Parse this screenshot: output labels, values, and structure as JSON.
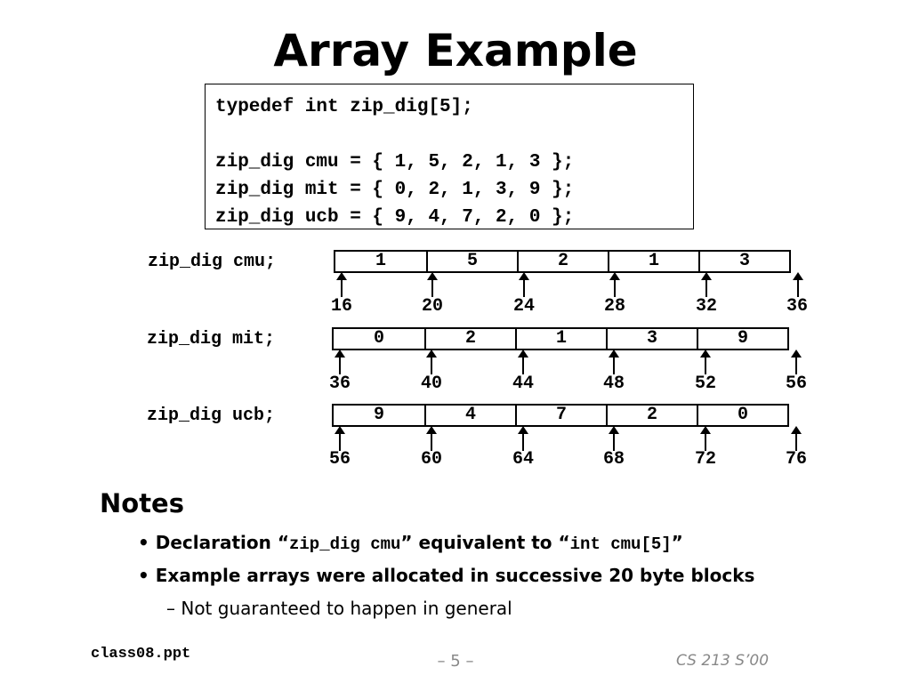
{
  "slide": {
    "title": "Array Example",
    "code_lines": [
      "typedef int zip_dig[5];",
      "",
      "zip_dig cmu = { 1, 5, 2, 1, 3 };",
      "zip_dig mit = { 0, 2, 1, 3, 9 };",
      "zip_dig ucb = { 9, 4, 7, 2, 0 };"
    ],
    "arrays": [
      {
        "label": "zip_dig cmu;",
        "values": [
          "1",
          "5",
          "2",
          "1",
          "3"
        ],
        "addresses": [
          "16",
          "20",
          "24",
          "28",
          "32",
          "36"
        ]
      },
      {
        "label": "zip_dig mit;",
        "values": [
          "0",
          "2",
          "1",
          "3",
          "9"
        ],
        "addresses": [
          "36",
          "40",
          "44",
          "48",
          "52",
          "56"
        ]
      },
      {
        "label": "zip_dig ucb;",
        "values": [
          "9",
          "4",
          "7",
          "2",
          "0"
        ],
        "addresses": [
          "56",
          "60",
          "64",
          "68",
          "72",
          "76"
        ]
      }
    ],
    "notes": {
      "heading": "Notes",
      "bullet1": {
        "marker": "•",
        "prefix": "Declaration “",
        "code1": "zip_dig cmu",
        "middle": "” equivalent to “",
        "code2": "int cmu[5]",
        "suffix": "”"
      },
      "bullet2": {
        "marker": "•",
        "text": "Example arrays were allocated in successive 20 byte blocks"
      },
      "sub_bullet": "– Not guaranteed to happen in general"
    },
    "footer": {
      "filename": "class08.ppt",
      "page": "– 5 –",
      "course": "CS 213 S’00"
    }
  }
}
